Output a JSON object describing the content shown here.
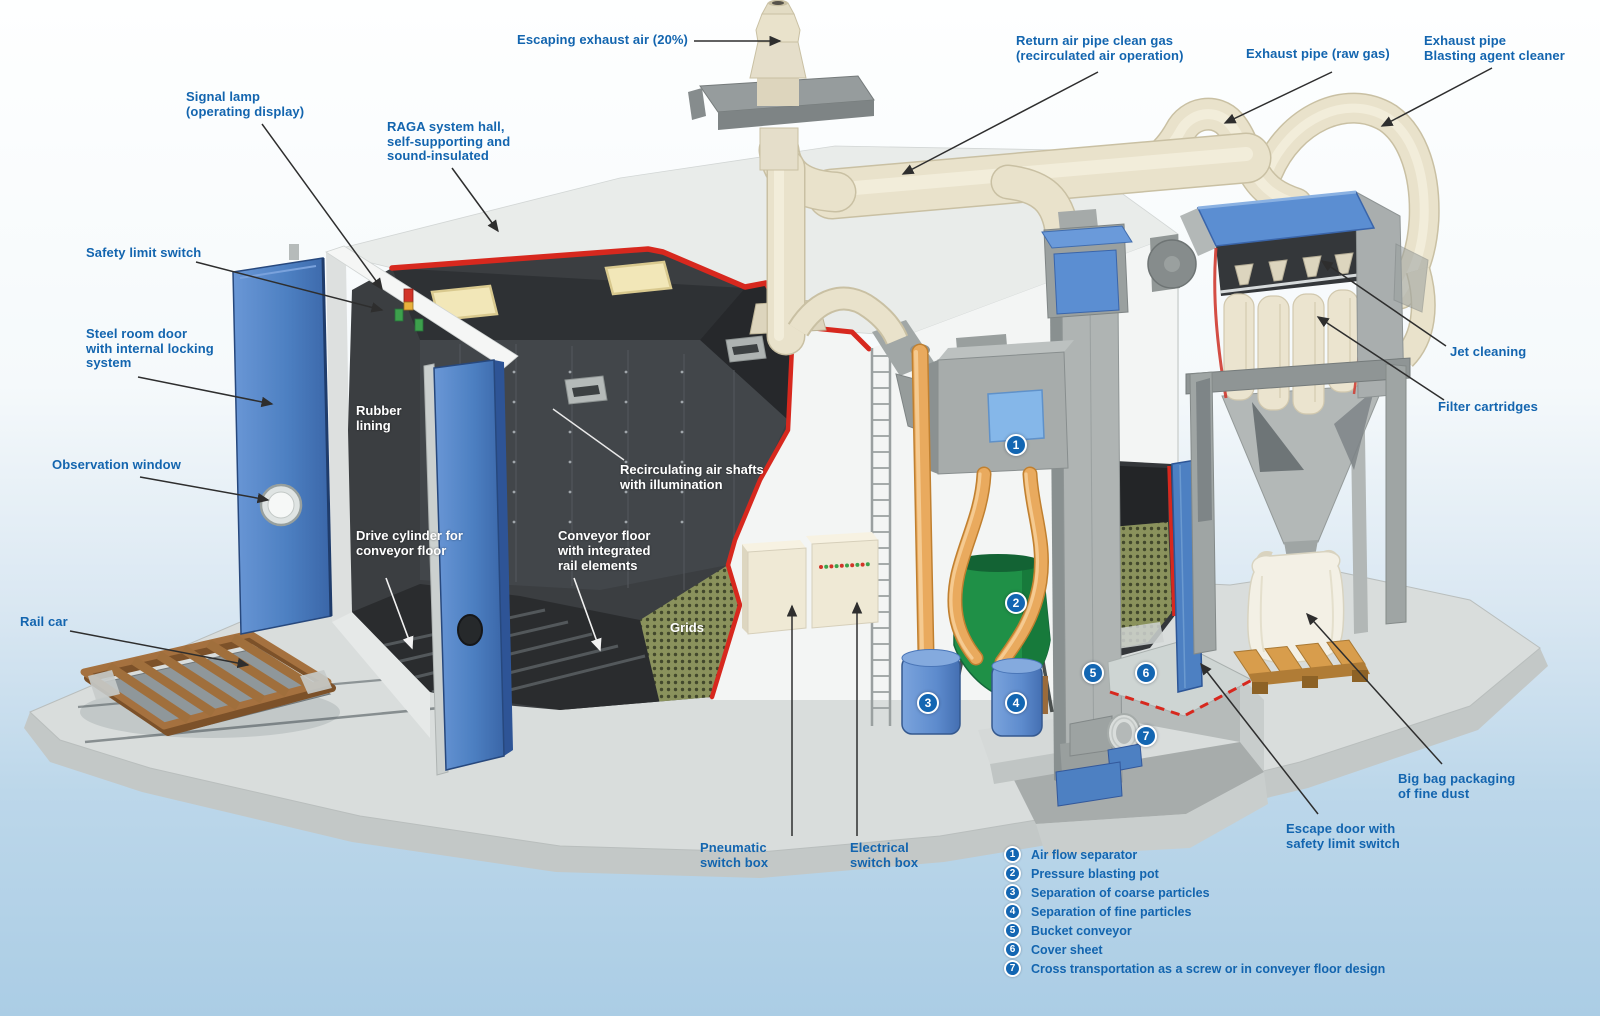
{
  "colors": {
    "label_blue": "#1365af",
    "cutaway_red": "#d7281e",
    "door_blue": "#4d80c2",
    "pipe_cream": "#e9e2cb",
    "pot_green": "#1f9047",
    "hose_orange": "#e9aa5e",
    "grid_olive": "#8a925c",
    "background_blue": "#abcde5"
  },
  "callouts": {
    "escaping_exhaust_air": "Escaping exhaust air (20%)",
    "signal_lamp": "Signal lamp\n(operating display)",
    "raga_hall": "RAGA system hall,\nself-supporting and\nsound-insulated",
    "safety_limit_switch": "Safety limit switch",
    "steel_room_door": "Steel room door\nwith internal locking\nsystem",
    "observation_window": "Observation window",
    "rail_car": "Rail car",
    "return_air_pipe": "Return air pipe clean gas\n(recirculated air operation)",
    "exhaust_pipe_raw": "Exhaust pipe (raw gas)",
    "exhaust_pipe_blasting": "Exhaust pipe\nBlasting agent cleaner",
    "jet_cleaning": "Jet cleaning",
    "filter_cartridges": "Filter cartridges",
    "big_bag": "Big bag packaging\nof fine dust",
    "escape_door": "Escape door with\nsafety limit switch",
    "pneumatic_switch_box": "Pneumatic\nswitch box",
    "electrical_switch_box": "Electrical\nswitch box"
  },
  "interior_labels": {
    "rubber_lining": "Rubber\nlining",
    "recirculating_air": "Recirculating air shafts\nwith illumination",
    "drive_cylinder": "Drive cylinder for\nconveyor floor",
    "conveyor_floor": "Conveyor floor\nwith integrated\nrail elements",
    "grids": "Grids"
  },
  "legend": {
    "items": [
      {
        "num": "1",
        "label": "Air flow separator"
      },
      {
        "num": "2",
        "label": "Pressure blasting pot"
      },
      {
        "num": "3",
        "label": "Separation of coarse particles"
      },
      {
        "num": "4",
        "label": "Separation of fine particles"
      },
      {
        "num": "5",
        "label": "Bucket conveyor"
      },
      {
        "num": "6",
        "label": "Cover sheet"
      },
      {
        "num": "7",
        "label": "Cross transportation as a screw or in conveyer floor design"
      }
    ]
  },
  "machine_badges": [
    "1",
    "2",
    "3",
    "4",
    "5",
    "6",
    "7"
  ]
}
